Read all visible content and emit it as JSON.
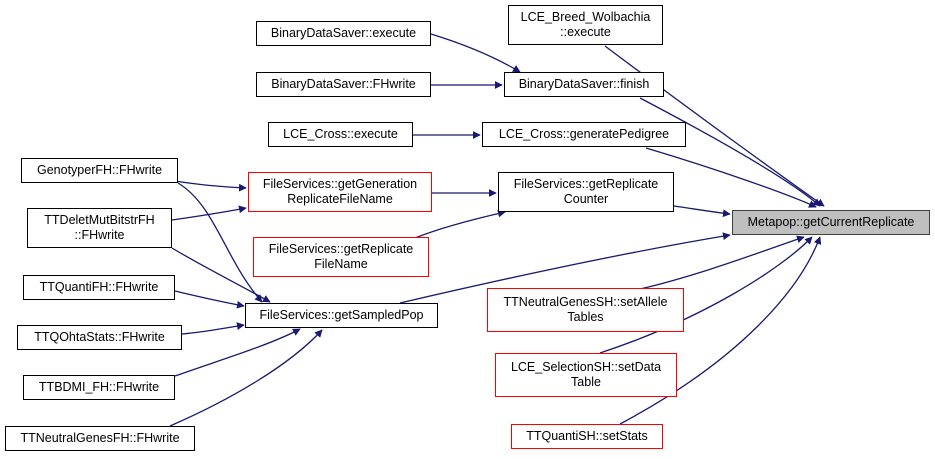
{
  "colors": {
    "edge": "#191970",
    "node_border": "#000000",
    "unresolved_border": "#ff0000",
    "root_fill": "#bfbfbf"
  },
  "nodes": {
    "root": {
      "lines": [
        "Metapop::getCurrentReplicate"
      ]
    },
    "lce_breed": {
      "lines": [
        "LCE_Breed_Wolbachia",
        "::execute"
      ]
    },
    "bds_finish": {
      "lines": [
        "BinaryDataSaver::finish"
      ]
    },
    "bds_execute": {
      "lines": [
        "BinaryDataSaver::execute"
      ]
    },
    "bds_fhwrite": {
      "lines": [
        "BinaryDataSaver::FHwrite"
      ]
    },
    "lce_cross_gen": {
      "lines": [
        "LCE_Cross::generatePedigree"
      ]
    },
    "lce_cross_exec": {
      "lines": [
        "LCE_Cross::execute"
      ]
    },
    "fs_getrepcounter": {
      "lines": [
        "FileServices::getReplicate",
        "Counter"
      ]
    },
    "fs_getgen": {
      "lines": [
        "FileServices::getGeneration",
        "ReplicateFileName"
      ]
    },
    "fs_getrepfile": {
      "lines": [
        "FileServices::getReplicate",
        "FileName"
      ]
    },
    "fs_sampledpop": {
      "lines": [
        "FileServices::getSampledPop"
      ]
    },
    "genotyper": {
      "lines": [
        "GenotyperFH::FHwrite"
      ]
    },
    "ttdelet": {
      "lines": [
        "TTDeletMutBitstrFH",
        "::FHwrite"
      ]
    },
    "ttquantifh": {
      "lines": [
        "TTQuantiFH::FHwrite"
      ]
    },
    "ttqohta": {
      "lines": [
        "TTQOhtaStats::FHwrite"
      ]
    },
    "ttbdmi": {
      "lines": [
        "TTBDMI_FH::FHwrite"
      ]
    },
    "ttneutralfh": {
      "lines": [
        "TTNeutralGenesFH::FHwrite"
      ]
    },
    "ttneutralsh": {
      "lines": [
        "TTNeutralGenesSH::setAllele",
        "Tables"
      ]
    },
    "lce_selection": {
      "lines": [
        "LCE_SelectionSH::setData",
        "Table"
      ]
    },
    "ttquantish": {
      "lines": [
        "TTQuantiSH::setStats"
      ]
    }
  }
}
